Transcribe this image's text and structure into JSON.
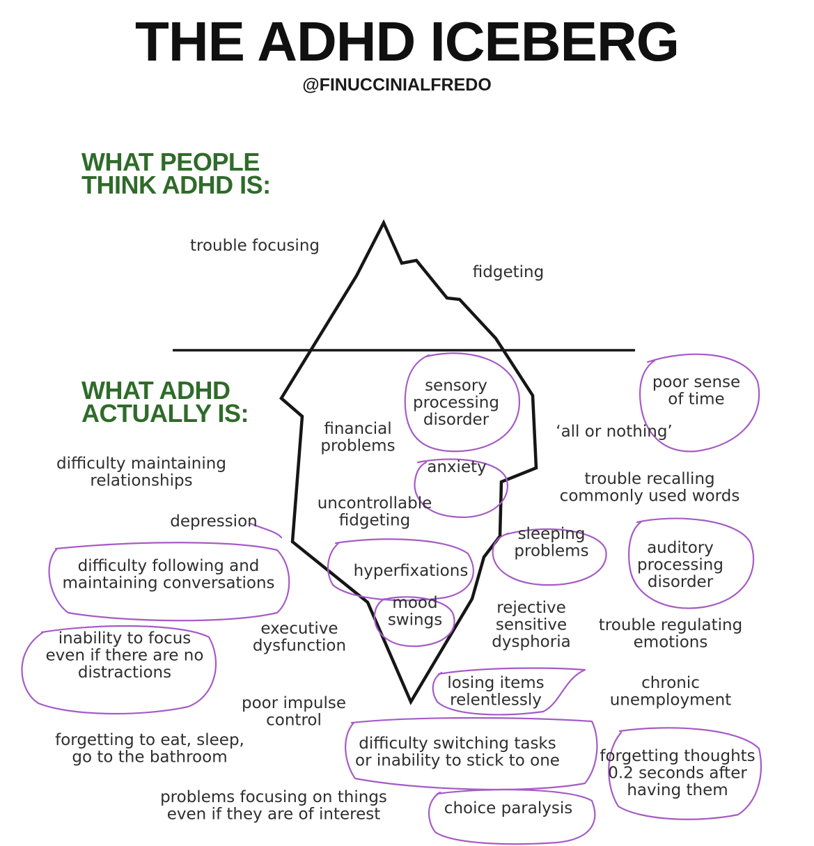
{
  "title": "THE ADHD ICEBERG",
  "credit": "@FINUCCINIALFREDO",
  "above": {
    "heading_lines": [
      "WHAT PEOPLE",
      "THINK ADHD IS:"
    ],
    "items": [
      {
        "id": "trouble-focusing",
        "lines": [
          "trouble focusing"
        ]
      },
      {
        "id": "fidgeting",
        "lines": [
          "fidgeting"
        ]
      }
    ]
  },
  "below": {
    "heading_lines": [
      "WHAT ADHD",
      "ACTUALLY IS:"
    ],
    "items": [
      {
        "id": "sensory-processing-disorder",
        "lines": [
          "sensory",
          "processing",
          "disorder"
        ]
      },
      {
        "id": "poor-sense-of-time",
        "lines": [
          "poor sense",
          "of time"
        ]
      },
      {
        "id": "financial-problems",
        "lines": [
          "financial",
          "problems"
        ]
      },
      {
        "id": "all-or-nothing",
        "lines": [
          "‘all or nothing’"
        ]
      },
      {
        "id": "difficulty-maintaining-relationships",
        "lines": [
          "difficulty maintaining",
          "relationships"
        ]
      },
      {
        "id": "anxiety",
        "lines": [
          "anxiety"
        ]
      },
      {
        "id": "trouble-recalling-words",
        "lines": [
          "trouble recalling",
          "commonly used words"
        ]
      },
      {
        "id": "uncontrollable-fidgeting",
        "lines": [
          "uncontrollable",
          "fidgeting"
        ]
      },
      {
        "id": "depression",
        "lines": [
          "depression"
        ]
      },
      {
        "id": "sleeping-problems",
        "lines": [
          "sleeping",
          "problems"
        ]
      },
      {
        "id": "auditory-processing-disorder",
        "lines": [
          "auditory",
          "processing",
          "disorder"
        ]
      },
      {
        "id": "difficulty-following-conversations",
        "lines": [
          "difficulty following and",
          "maintaining conversations"
        ]
      },
      {
        "id": "hyperfixations",
        "lines": [
          "hyperfixations"
        ]
      },
      {
        "id": "mood-swings",
        "lines": [
          "mood",
          "swings"
        ]
      },
      {
        "id": "rejective-sensitive-dysphoria",
        "lines": [
          "rejective",
          "sensitive",
          "dysphoria"
        ]
      },
      {
        "id": "trouble-regulating-emotions",
        "lines": [
          "trouble regulating",
          "emotions"
        ]
      },
      {
        "id": "inability-to-focus",
        "lines": [
          "inability to focus",
          "even if there are no",
          "distractions"
        ]
      },
      {
        "id": "executive-dysfunction",
        "lines": [
          "executive",
          "dysfunction"
        ]
      },
      {
        "id": "losing-items",
        "lines": [
          "losing items",
          "relentlessly"
        ]
      },
      {
        "id": "chronic-unemployment",
        "lines": [
          "chronic",
          "unemployment"
        ]
      },
      {
        "id": "poor-impulse-control",
        "lines": [
          "poor impulse",
          "control"
        ]
      },
      {
        "id": "forgetting-to-eat",
        "lines": [
          "forgetting to eat, sleep,",
          "go to the bathroom"
        ]
      },
      {
        "id": "difficulty-switching-tasks",
        "lines": [
          "difficulty switching tasks",
          "or inability to stick to one"
        ]
      },
      {
        "id": "forgetting-thoughts",
        "lines": [
          "forgetting thoughts",
          "0.2 seconds after",
          "having them"
        ]
      },
      {
        "id": "problems-focusing-interest",
        "lines": [
          "problems focusing on things",
          "even if they are of interest"
        ]
      },
      {
        "id": "choice-paralysis",
        "lines": [
          "choice paralysis"
        ]
      }
    ]
  },
  "colors": {
    "heading": "#2f6b2a",
    "marker": "#a55bc6",
    "ink": "#161616"
  }
}
